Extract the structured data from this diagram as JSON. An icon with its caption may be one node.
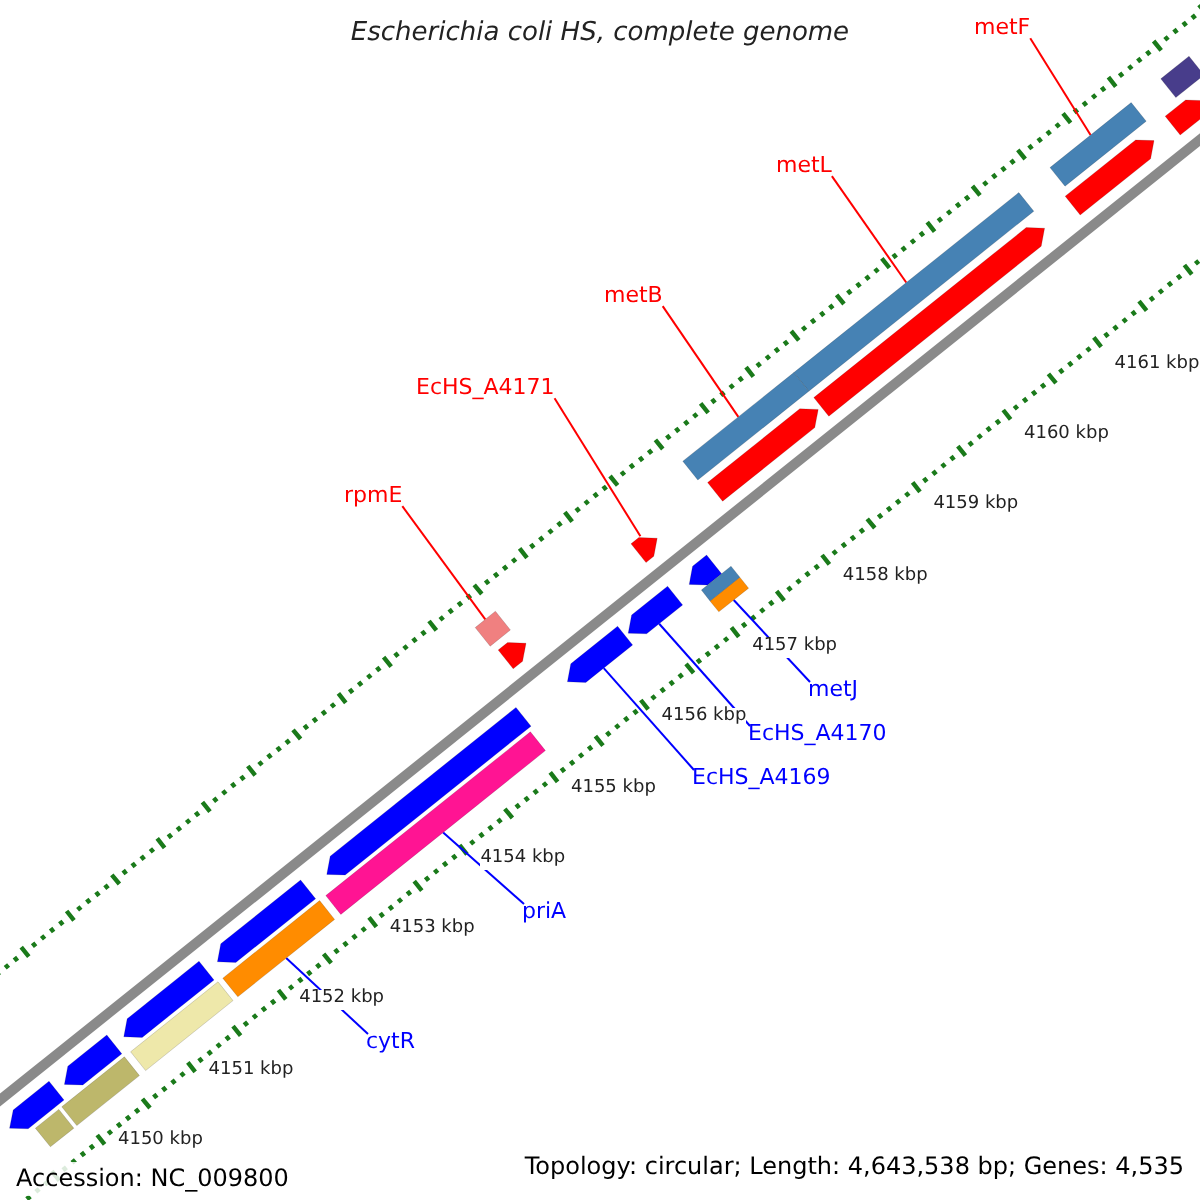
{
  "diagram": {
    "title": "Escherichia coli HS, complete genome",
    "nodes": [
      {
        "text": [
          "metF"
        ]
      },
      {
        "text": [],
        "shape": "bar"
      },
      {
        "text": [
          "metL"
        ]
      },
      {
        "text": [],
        "shape": "bar"
      },
      {
        "text": [
          "metB"
        ]
      },
      {
        "text": [],
        "shape": "bar"
      },
      {
        "text": [
          "EcHS_A4171"
        ]
      },
      {
        "text": [],
        "shape": "bar"
      },
      {
        "text": [
          "rpmE"
        ]
      },
      {
        "text": [],
        "shape": "bar"
      },
      {
        "text": [
          "metJ"
        ]
      },
      {
        "text": [],
        "shape": "bar"
      },
      {
        "text": [
          "EcHS_A4170"
        ]
      },
      {
        "text": [],
        "shape": "bar"
      },
      {
        "text": [
          "EcHS_A4169"
        ]
      },
      {
        "text": [],
        "shape": "bar"
      },
      {
        "text": [
          "priA"
        ]
      },
      {
        "text": [],
        "shape": "bar"
      },
      {
        "text": [
          "cytR"
        ]
      },
      {
        "text": [],
        "shape": "bar"
      },
      {
        "text": [],
        "shape": "bar"
      },
      {
        "text": [],
        "shape": "bar"
      },
      {
        "text": [],
        "shape": "bar"
      },
      {
        "text": [],
        "shape": "bar"
      },
      {
        "text": [],
        "shape": "bar"
      },
      {
        "text": [],
        "shape": "bar"
      },
      {
        "text": [],
        "shape": "bar"
      },
      {
        "text": [],
        "shape": "bar"
      },
      {
        "text": [],
        "shape": "bar"
      },
      {
        "text": [],
        "shape": "bar"
      },
      {
        "text": [],
        "shape": "bar"
      },
      {
        "text": [],
        "shape": "bar"
      },
      {
        "text": [],
        "shape": "bar"
      },
      {
        "text": [],
        "shape": "bar"
      },
      {
        "text": [],
        "shape": "bar"
      },
      {
        "text": [],
        "shape": "bar"
      }
    ],
    "edges": [
      {
        "from": 0,
        "to": 1,
        "arrow": "none",
        "color": "#ff0000"
      },
      {
        "from": 2,
        "to": 3,
        "arrow": "none",
        "color": "#ff0000"
      },
      {
        "from": 4,
        "to": 5,
        "arrow": "none",
        "color": "#ff0000"
      },
      {
        "from": 6,
        "to": 7,
        "arrow": "none",
        "color": "#ff0000"
      },
      {
        "from": 8,
        "to": 9,
        "arrow": "none",
        "color": "#ff0000"
      },
      {
        "from": 10,
        "to": 11,
        "arrow": "none",
        "color": "#0000ff"
      },
      {
        "from": 12,
        "to": 13,
        "arrow": "none",
        "color": "#0000ff"
      },
      {
        "from": 14,
        "to": 15,
        "arrow": "none",
        "color": "#0000ff"
      },
      {
        "from": 16,
        "to": 17,
        "arrow": "none",
        "color": "#0000ff"
      },
      {
        "from": 18,
        "to": 19,
        "arrow": "none",
        "color": "#0000ff"
      }
    ],
    "labels": [
      "4161 kbp",
      "4160 kbp",
      "4159 kbp",
      "4158 kbp",
      "4157 kbp",
      "4156 kbp",
      "4155 kbp",
      "4154 kbp",
      "4153 kbp",
      "4152 kbp",
      "4151 kbp",
      "4150 kbp",
      "Accession: NC_009800",
      "Topology: circular; Length: 4,643,538 bp; Genes: 4,535"
    ]
  }
}
